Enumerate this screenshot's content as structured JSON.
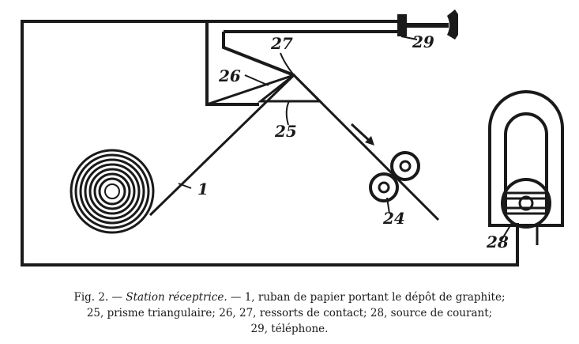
{
  "labels": {
    "ribbon": "1",
    "rollers": "24",
    "prism": "25",
    "spring_lower": "26",
    "spring_upper": "27",
    "current_source": "28",
    "telephone": "29"
  },
  "caption": {
    "prefix": "Fig. 2. —",
    "title": "Station réceptrice.",
    "line1_rest": "— 1, ruban de papier portant le dépôt de graphite;",
    "line2": "25, prisme triangulaire; 26, 27, ressorts de contact; 28, source de courant;",
    "line3": "29, téléphone."
  },
  "colors": {
    "ink": "#1a1a1a",
    "paper": "#ffffff"
  }
}
